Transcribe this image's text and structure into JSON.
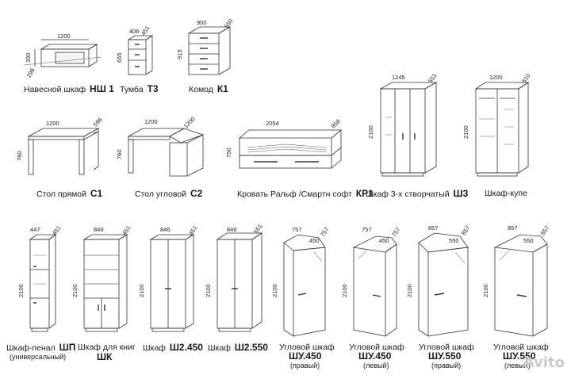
{
  "items": [
    {
      "id": "ns1",
      "name": "Навесной шкаф",
      "code": "НШ 1",
      "dims": [
        "1200",
        "390",
        "296"
      ]
    },
    {
      "id": "t3",
      "name": "Тумба",
      "code": "Т3",
      "dims": [
        "406",
        "451",
        "655"
      ]
    },
    {
      "id": "k1",
      "name": "Комод",
      "code": "К1",
      "dims": [
        "900",
        "550",
        "915"
      ]
    },
    {
      "id": "c1",
      "name": "Стол прямой",
      "code": "С1",
      "dims": [
        "1200",
        "596",
        "760"
      ]
    },
    {
      "id": "c2",
      "name": "Стол угловой",
      "code": "С2",
      "dims": [
        "1200",
        "1200",
        "760"
      ]
    },
    {
      "id": "kp1",
      "name": "Кровать Ральф /Смартн софт",
      "code": "КР1",
      "dims": [
        "2054",
        "858",
        "750"
      ]
    },
    {
      "id": "sh3",
      "name": "Шкаф 3-х створчатый",
      "code": "Ш3",
      "dims": [
        "1245",
        "551",
        "2100"
      ]
    },
    {
      "id": "kupe",
      "name": "Шкаф-купе",
      "code": "",
      "dims": [
        "1200",
        "610",
        "2100"
      ]
    },
    {
      "id": "shp",
      "name": "Шкаф-пенал",
      "code": "ШП",
      "sub": "(универсальный)",
      "dims": [
        "447",
        "451",
        "2100"
      ]
    },
    {
      "id": "shk",
      "name": "Шкаф для книг",
      "code": "ШК",
      "dims": [
        "846",
        "451",
        "2100"
      ]
    },
    {
      "id": "sh2450",
      "name": "Шкаф",
      "code": "Ш2.450",
      "dims": [
        "846",
        "451",
        "2100"
      ]
    },
    {
      "id": "sh2550",
      "name": "Шкаф",
      "code": "Ш2.550",
      "dims": [
        "846",
        "551",
        "2100"
      ]
    },
    {
      "id": "shu450r",
      "name": "Угловой шкаф",
      "code": "ШУ.450",
      "sub": "(правый)",
      "dims": [
        "757",
        "757",
        "450",
        "2100"
      ]
    },
    {
      "id": "shu450l",
      "name": "Угловой шкаф",
      "code": "ШУ.450",
      "sub": "(левый)",
      "dims": [
        "757",
        "757",
        "450",
        "2100"
      ]
    },
    {
      "id": "shu550r",
      "name": "Угловой шкаф",
      "code": "ШУ.550",
      "sub": "(правый)",
      "dims": [
        "857",
        "857",
        "550",
        "2100"
      ]
    },
    {
      "id": "shu550l",
      "name": "Угловой шкаф",
      "code": "ШУ.550",
      "sub": "(левый)",
      "dims": [
        "857",
        "857",
        "550",
        "2100"
      ]
    }
  ],
  "watermark": "Avito"
}
